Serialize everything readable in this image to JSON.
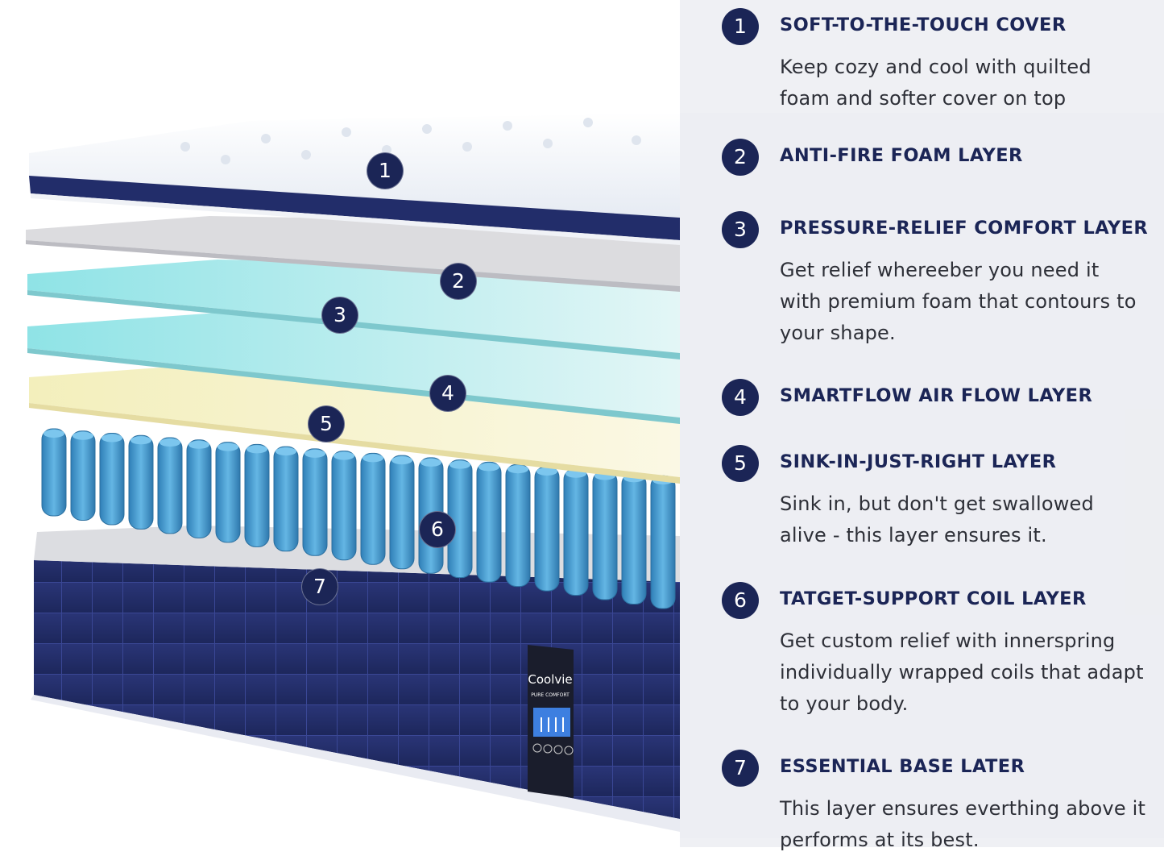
{
  "colors": {
    "navy": "#1b2556",
    "cover_white": "#f4f6fa",
    "gray_layer": "#d9d9dc",
    "cool_gel": "#9fe0e4",
    "memory_foam": "#f1ecb5",
    "coil_blue": "#4fa6d9",
    "base_navy": "#25306d",
    "text_gray": "#2d2f37"
  },
  "label": {
    "brand": "Coolvie",
    "sub": "PURE COMFORT"
  },
  "badges": [
    "1",
    "2",
    "3",
    "4",
    "5",
    "6",
    "7"
  ],
  "features": [
    {
      "num": "1",
      "title": "SOFT-TO-THE-TOUCH COVER",
      "desc": "Keep cozy and cool with quilted foam and softer cover on top"
    },
    {
      "num": "2",
      "title": "ANTI-FIRE FOAM LAYER",
      "desc": ""
    },
    {
      "num": "3",
      "title": "PRESSURE-RELIEF COMFORT LAYER",
      "desc": "Get relief whereeber you need it with premium foam that contours to your shape."
    },
    {
      "num": "4",
      "title": "SMARTFLOW AIR FLOW LAYER",
      "desc": ""
    },
    {
      "num": "5",
      "title": "SINK-IN-JUST-RIGHT LAYER",
      "desc": "Sink in, but don't get swallowed alive - this layer ensures it."
    },
    {
      "num": "6",
      "title": "TATGET-SUPPORT COIL LAYER",
      "desc": "Get custom relief with innerspring individually wrapped coils that adapt to your body."
    },
    {
      "num": "7",
      "title": "ESSENTIAL BASE LATER",
      "desc": "This layer ensures everthing above it performs at its best."
    }
  ]
}
